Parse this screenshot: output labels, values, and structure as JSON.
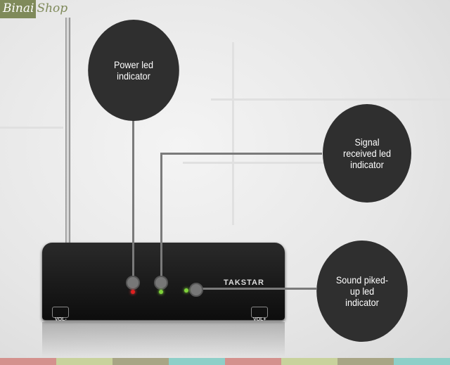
{
  "logo": {
    "part1": "Binai",
    "part2": "Shop"
  },
  "callouts": {
    "power": "Power led indicator",
    "signal": "Signal received led indicator",
    "sound": "Sound piked-up led indicator"
  },
  "device": {
    "brand": "TAKSTAR",
    "vol_minus": "VOL-",
    "vol_plus": "VOL+"
  },
  "colors": {
    "led_red": "#e02020",
    "led_green": "#7fd23a",
    "strip": [
      "#d4918d",
      "#c8d29c",
      "#a8a585",
      "#8ecfc8",
      "#d4918d",
      "#c8d29c",
      "#a8a585",
      "#8ecfc8"
    ]
  }
}
